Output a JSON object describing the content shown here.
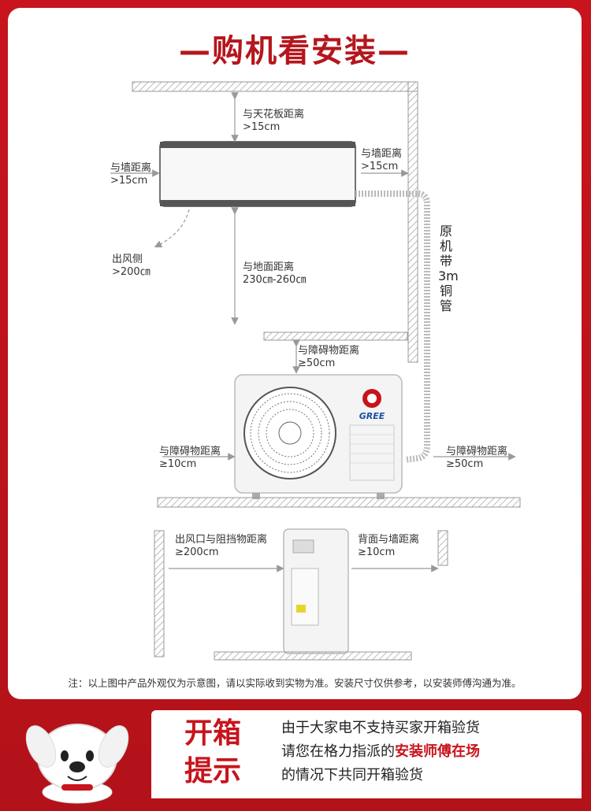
{
  "title": "—购机看安装—",
  "indoor": {
    "ceiling_label": "与天花板距离",
    "ceiling_value": ">15cm",
    "wall_left_label": "与墙距离",
    "wall_left_value": ">15cm",
    "wall_right_label": "与墙距离",
    "wall_right_value": ">15cm",
    "outlet_label": "出风侧",
    "outlet_value": ">200㎝",
    "floor_label": "与地面距离",
    "floor_value": "230㎝-260㎝"
  },
  "pipe_label": [
    "原",
    "机",
    "带",
    "3m",
    "铜",
    "管"
  ],
  "outdoor": {
    "brand": "GREE",
    "top_label": "与障碍物距离",
    "top_value": "≥50cm",
    "left_label": "与障碍物距离",
    "left_value": "≥10cm",
    "right_label": "与障碍物距离",
    "right_value": "≥50cm"
  },
  "side": {
    "front_label": "出风口与阻挡物距离",
    "front_value": "≥200cm",
    "back_label": "背面与墙距离",
    "back_value": "≥10cm"
  },
  "note": "注：以上图中产品外观仅为示意图，请以实际收到实物为准。安装尺寸仅供参考，以安装师傅沟通为准。",
  "unboxing": {
    "heading_line1": "开箱",
    "heading_line2": "提示",
    "line1": "由于大家电不支持买家开箱验货",
    "line2_prefix": "请您在格力指派的",
    "line2_highlight": "安装师傅在场",
    "line3": "的情况下共同开箱验货"
  },
  "colors": {
    "brand_red": "#c8141c",
    "gree_blue": "#1a4fa3"
  }
}
